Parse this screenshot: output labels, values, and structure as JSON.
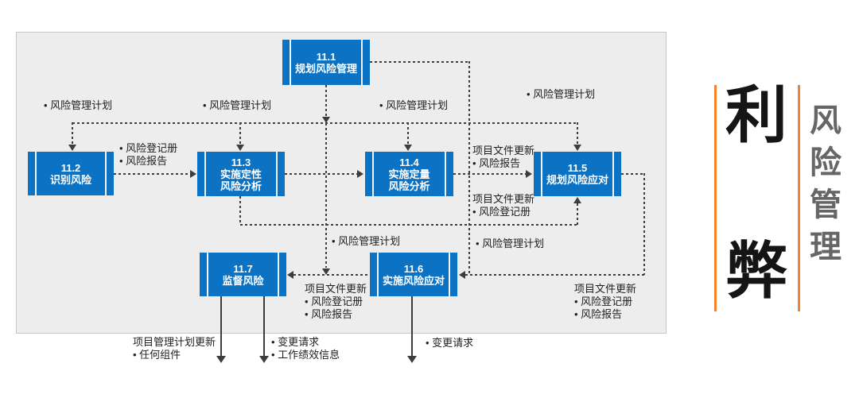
{
  "colors": {
    "process_box_blue": "#0C72C4",
    "panel_background": "#EDEDED",
    "connector_dark": "#3d3d3d",
    "accent_orange": "#F5812E",
    "side_title_gray": "#666666"
  },
  "processes": [
    {
      "lines": [
        "11.1",
        "规划风险管理"
      ]
    },
    {
      "lines": [
        "11.2",
        "识别风险"
      ]
    },
    {
      "lines": [
        "11.3",
        "实施定性",
        "风险分析"
      ]
    },
    {
      "lines": [
        "11.4",
        "实施定量",
        "风险分析"
      ]
    },
    {
      "lines": [
        "11.5",
        "规划风险应对"
      ]
    },
    {
      "lines": [
        "11.6",
        "实施风险应对"
      ]
    },
    {
      "lines": [
        "11.7",
        "监督风险"
      ]
    }
  ],
  "labels": [
    {
      "lines": [
        "• 风险管理计划"
      ]
    },
    {
      "lines": [
        "• 风险管理计划"
      ]
    },
    {
      "lines": [
        "• 风险管理计划"
      ]
    },
    {
      "lines": [
        "• 风险管理计划"
      ]
    },
    {
      "lines": [
        "• 风险登记册",
        "• 风险报告"
      ]
    },
    {
      "lines": [
        "项目文件更新",
        "• 风险报告"
      ]
    },
    {
      "lines": [
        "项目文件更新",
        "• 风险登记册"
      ]
    },
    {
      "lines": [
        "• 风险管理计划"
      ]
    },
    {
      "lines": [
        "• 风险管理计划"
      ]
    },
    {
      "lines": [
        "项目文件更新",
        "• 风险登记册",
        "• 风险报告"
      ]
    },
    {
      "lines": [
        "项目文件更新",
        "• 风险登记册",
        "• 风险报告"
      ]
    },
    {
      "lines": [
        "项目管理计划更新",
        "• 任何组件"
      ]
    },
    {
      "lines": [
        "• 变更请求",
        "• 工作绩效信息"
      ]
    },
    {
      "lines": [
        "• 变更请求"
      ]
    }
  ],
  "sidebar": {
    "pro_char": "利",
    "con_char": "弊",
    "vertical_title": "风险管理"
  }
}
